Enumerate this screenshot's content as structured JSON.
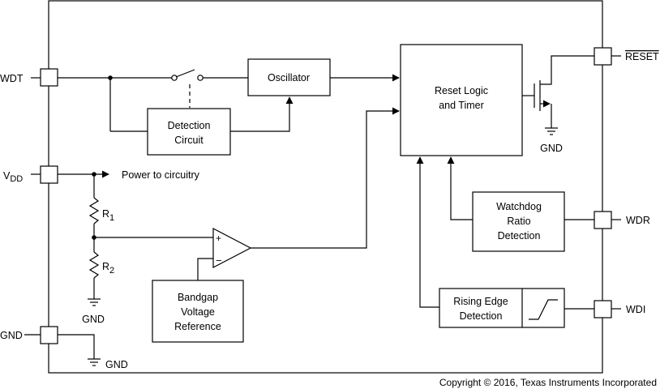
{
  "blocks": {
    "oscillator": "Oscillator",
    "detection_circuit": [
      "Detection",
      "Circuit"
    ],
    "reset_logic": [
      "Reset Logic",
      "and Timer"
    ],
    "watchdog_ratio": [
      "Watchdog",
      "Ratio",
      "Detection"
    ],
    "rising_edge": [
      "Rising Edge",
      "Detection"
    ],
    "bandgap": [
      "Bandgap",
      "Voltage",
      "Reference"
    ]
  },
  "pins": {
    "wdt": "WDT",
    "vdd_main": "V",
    "vdd_sub": "DD",
    "gnd": "GND",
    "reset": "RESET",
    "wdr": "WDR",
    "wdi": "WDI"
  },
  "labels": {
    "power": "Power to circuitry",
    "r1_main": "R",
    "r1_sub": "1",
    "r2_main": "R",
    "r2_sub": "2",
    "gnd_divider": "GND",
    "gnd_pin": "GND",
    "gnd_transistor": "GND",
    "comp_plus": "+",
    "comp_minus": "−"
  },
  "copyright": "Copyright © 2016, Texas Instruments Incorporated"
}
